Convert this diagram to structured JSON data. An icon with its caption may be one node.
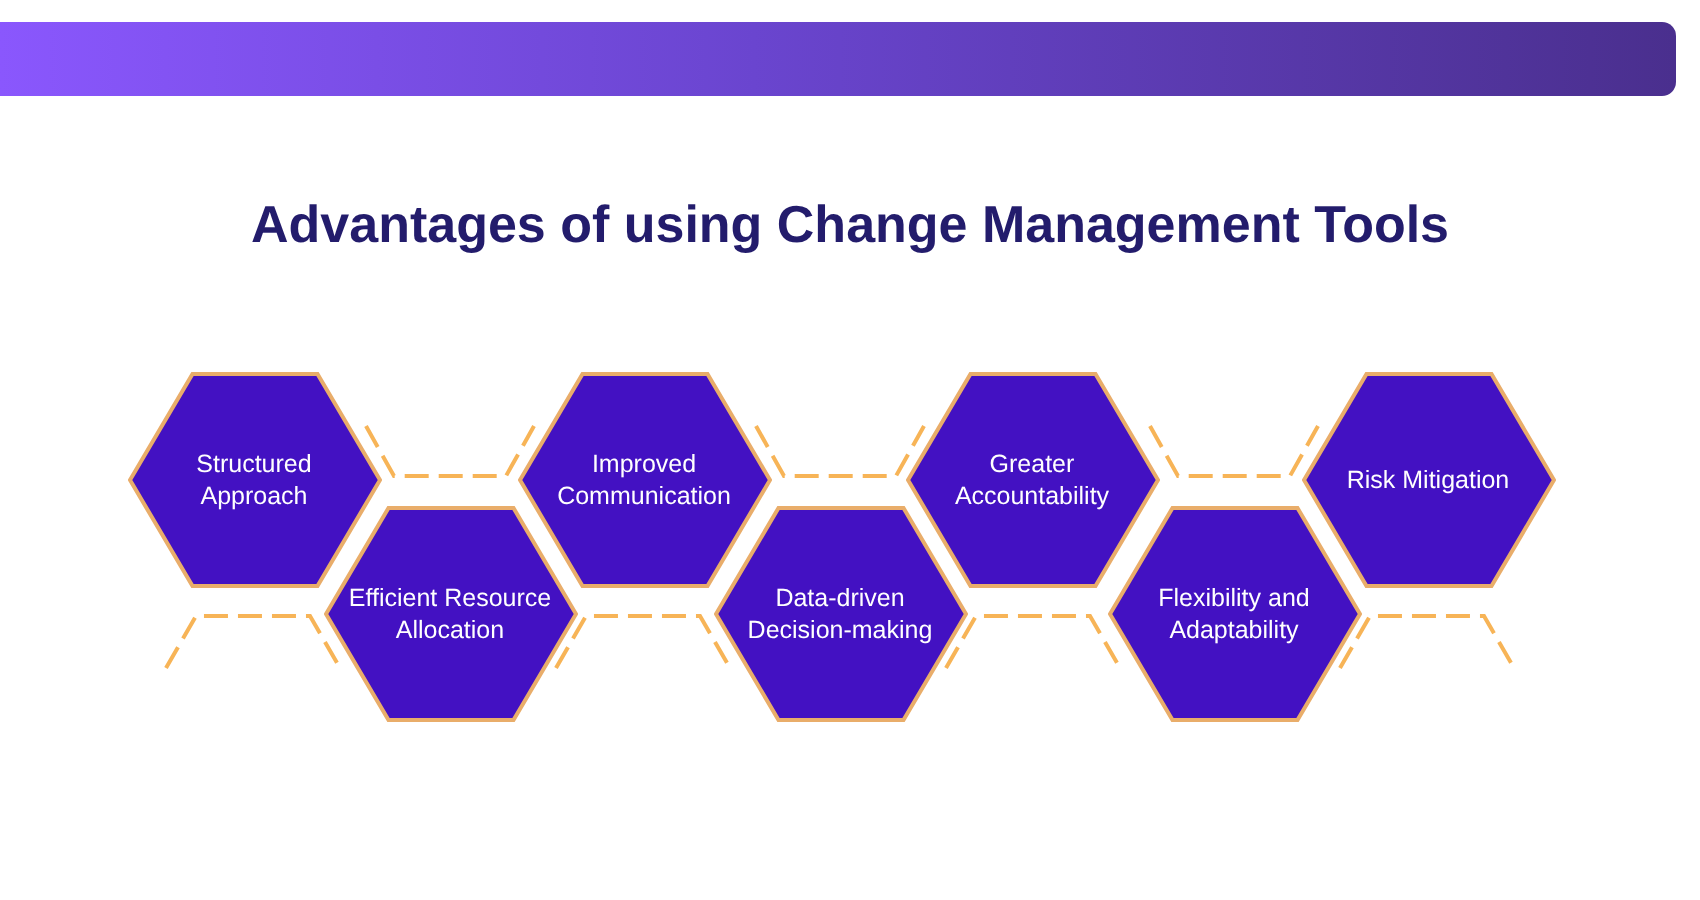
{
  "diagram": {
    "title": "Advantages of using Change Management Tools",
    "nodes": [
      {
        "text": [
          "Structured Approach"
        ]
      },
      {
        "text": [
          "Efficient Resource Allocation"
        ]
      },
      {
        "text": [
          "Improved Communication"
        ]
      },
      {
        "text": [
          "Data-driven Decision-making"
        ]
      },
      {
        "text": [
          "Greater Accountability"
        ]
      },
      {
        "text": [
          "Flexibility and Adaptability"
        ]
      },
      {
        "text": [
          "Risk Mitigation"
        ]
      }
    ]
  }
}
